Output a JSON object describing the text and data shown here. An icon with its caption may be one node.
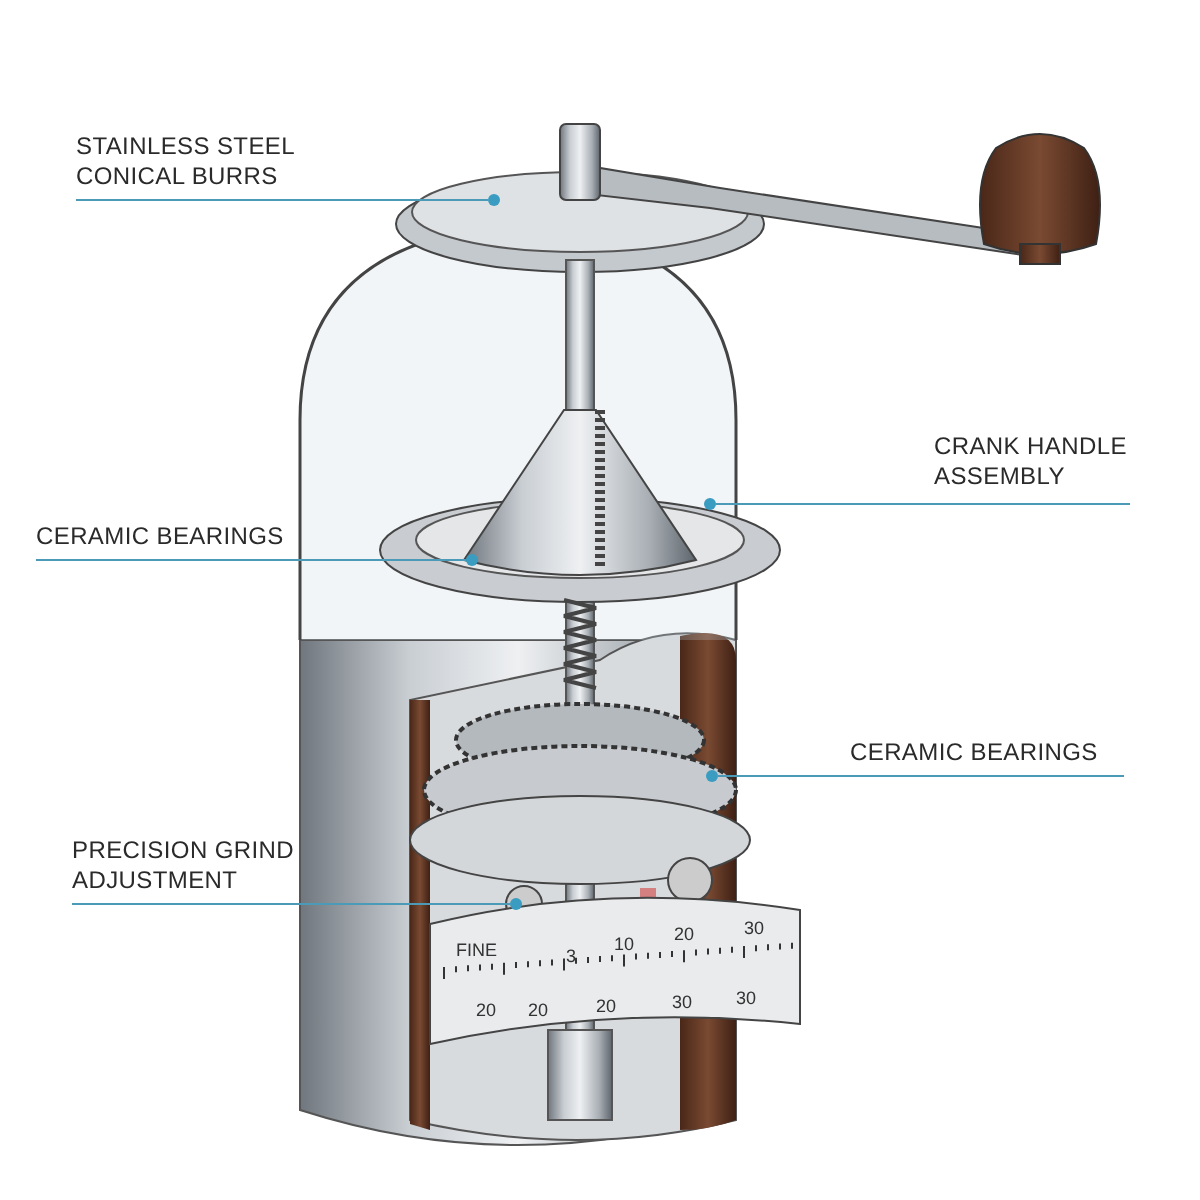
{
  "diagram": {
    "nodes": [
      {
        "text": [
          "STAINLESS STEEL CONICAL BURRS"
        ]
      },
      {
        "text": [],
        "shape": "circle"
      },
      {
        "text": [
          "CRANK HANDLE ASSEMBLY"
        ]
      },
      {
        "text": [],
        "shape": "circle"
      },
      {
        "text": [
          "CERAMIC BEARINGS"
        ]
      },
      {
        "text": [],
        "shape": "circle"
      },
      {
        "text": [
          "CERAMIC BEARINGS"
        ]
      },
      {
        "text": [],
        "shape": "circle"
      },
      {
        "text": [
          "PRECISION GRIND ADJUSTMENT"
        ]
      },
      {
        "text": [],
        "shape": "circle"
      }
    ],
    "edges": [
      {
        "from": 0,
        "to": 1,
        "arrow": "none"
      },
      {
        "from": 2,
        "to": 3,
        "arrow": "none"
      },
      {
        "from": 4,
        "to": 5,
        "arrow": "none"
      },
      {
        "from": 6,
        "to": 7,
        "arrow": "none"
      },
      {
        "from": 8,
        "to": 9,
        "arrow": "none"
      }
    ],
    "labels": [
      "FINE",
      "3",
      "10",
      "20",
      "30",
      "20",
      "20",
      "20",
      "30",
      "30"
    ]
  }
}
